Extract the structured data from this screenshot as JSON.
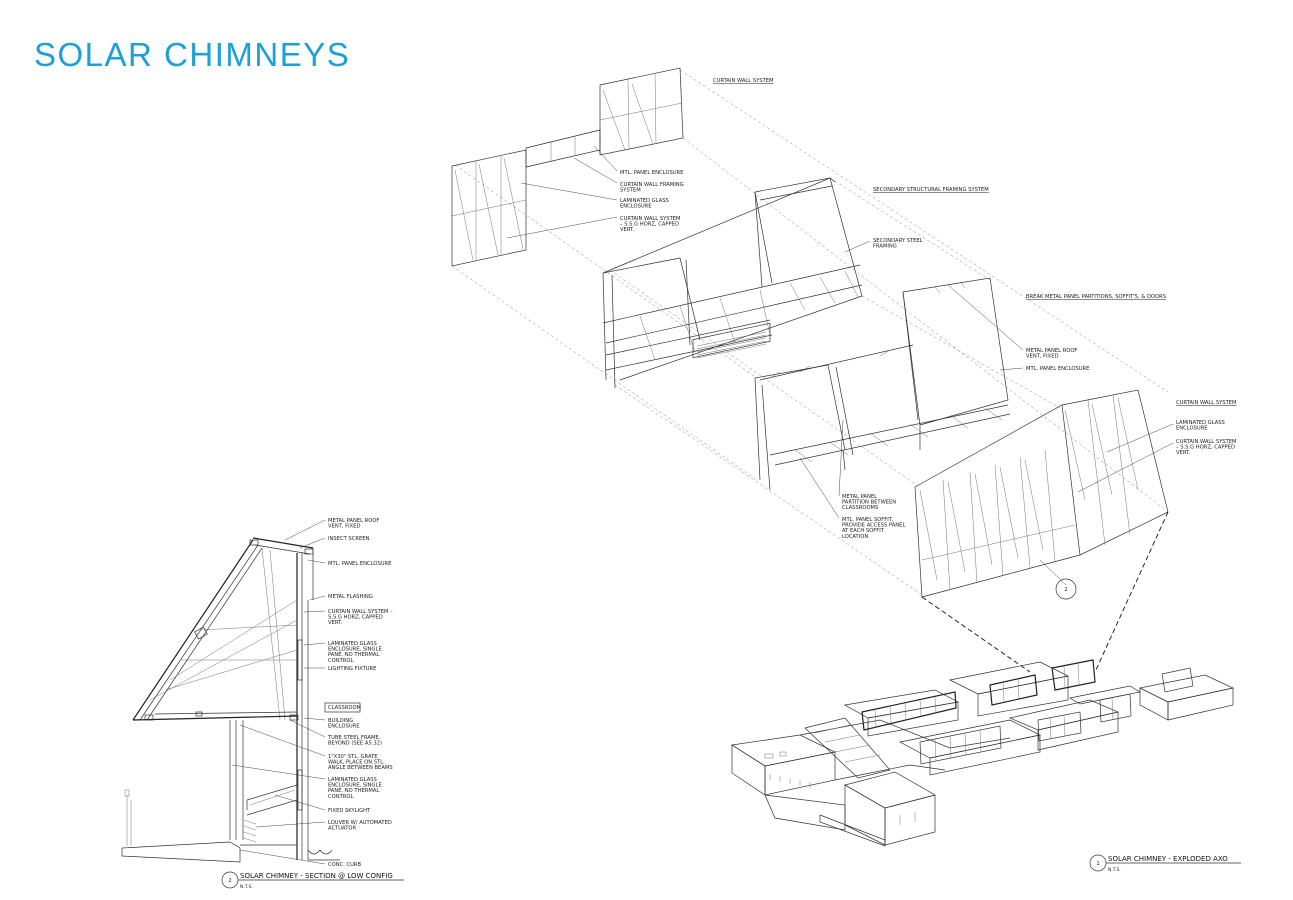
{
  "title": "SOLAR CHIMNEYS",
  "exploded_axo": {
    "group_curtain_wall_top": {
      "heading": "CURTAIN WALL SYSTEM",
      "notes": [
        [
          "MTL. PANEL ENCLOSURE"
        ],
        [
          "CURTAIN WALL FRAMING",
          "SYSTEM"
        ],
        [
          "LAMINATED GLASS",
          "ENCLOSURE"
        ],
        [
          "CURTAIN WALL SYSTEM",
          "– S.S.G HORZ, CAPPED",
          "VERT."
        ]
      ]
    },
    "group_secondary": {
      "heading": "SECONDARY STRUCTURAL FRAMING SYSTEM",
      "notes": [
        [
          "SECONDARY STEEL",
          "FRAMING"
        ]
      ]
    },
    "group_break_metal": {
      "heading": "BREAK METAL PANEL PARTITIONS, SOFFIT'S, & DOORS",
      "notes": [
        [
          "METAL PANEL ROOF",
          "VENT, FIXED"
        ],
        [
          "MTL. PANEL ENCLOSURE"
        ],
        [
          "METAL PANEL",
          "PARTITION BETWEEN",
          "CLASSROOMS"
        ],
        [
          "MTL. PANEL SOFFIT,",
          "PROVIDE ACCESS PANEL",
          "AT EACH SOFFIT",
          "LOCATION"
        ]
      ]
    },
    "group_curtain_wall_bottom": {
      "heading": "CURTAIN WALL SYSTEM",
      "notes": [
        [
          "LAMINATED GLASS",
          "ENCLOSURE"
        ],
        [
          "CURTAIN WALL SYSTEM",
          "– S.S.G HORZ, CAPPED",
          "VERT."
        ]
      ]
    },
    "callout_number": "2",
    "title_block": {
      "number": "1",
      "label": "SOLAR CHIMNEY - EXPLODED AXO",
      "scale": "N.T.S."
    }
  },
  "section": {
    "room_tag": "CLASSROOM",
    "notes": [
      [
        "METAL PANEL ROOF",
        "VENT, FIXED"
      ],
      [
        "INSECT SCREEN"
      ],
      [
        "MTL. PANEL ENCLOSURE"
      ],
      [
        "METAL FLASHING"
      ],
      [
        "CURTAIN WALL SYSTEM –",
        "S.S.G HORZ, CAPPED",
        "VERT."
      ],
      [
        "LAMINATED GLASS",
        "ENCLOSURE, SINGLE",
        "PANE, NO THERMAL",
        "CONTROL"
      ],
      [
        "LIGHTING FIXTURE"
      ],
      [
        "BUILDING",
        "ENCLOSURE"
      ],
      [
        "TUBE STEEL FRAME,",
        "BEYOND (SEE A5.32)"
      ],
      [
        "1\"X30\" STL. GRATE",
        "WALK, PLACE ON STL.",
        "ANGLE BETWEEN BEAMS"
      ],
      [
        "LAMINATED GLASS",
        "ENCLOSURE, SINGLE",
        "PANE, NO THERMAL",
        "CONTROL"
      ],
      [
        "FIXED SKYLIGHT"
      ],
      [
        "LOUVER W/ AUTOMATED",
        "ACTUATOR"
      ],
      [
        "CONC. CURB"
      ]
    ],
    "title_block": {
      "number": "2",
      "label": "SOLAR CHIMNEY - SECTION @ LOW CONFIG",
      "scale": "N.T.S."
    }
  }
}
